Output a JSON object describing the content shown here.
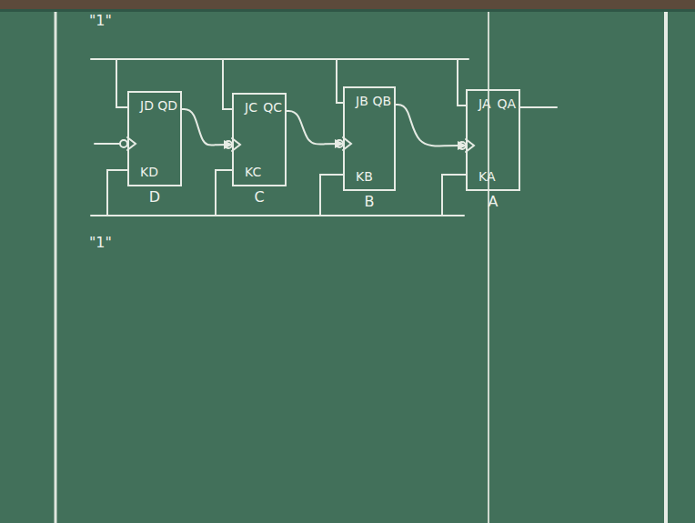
{
  "diagram": {
    "nodes": [
      {
        "text": [
          "JD",
          "QD",
          "KD",
          "D"
        ]
      },
      {
        "text": [
          "JC",
          "QC",
          "KC",
          "C"
        ]
      },
      {
        "text": [
          "JB",
          "QB",
          "KB",
          "B"
        ]
      },
      {
        "text": [
          "JA",
          "QA",
          "KA",
          "A"
        ]
      }
    ],
    "edges": [
      {
        "from": 0,
        "to": 1,
        "arrow": "to"
      },
      {
        "from": 1,
        "to": 2,
        "arrow": "to"
      },
      {
        "from": 2,
        "to": 3,
        "arrow": "to"
      }
    ],
    "labels": [
      "\"1\"",
      "\"1\""
    ]
  }
}
